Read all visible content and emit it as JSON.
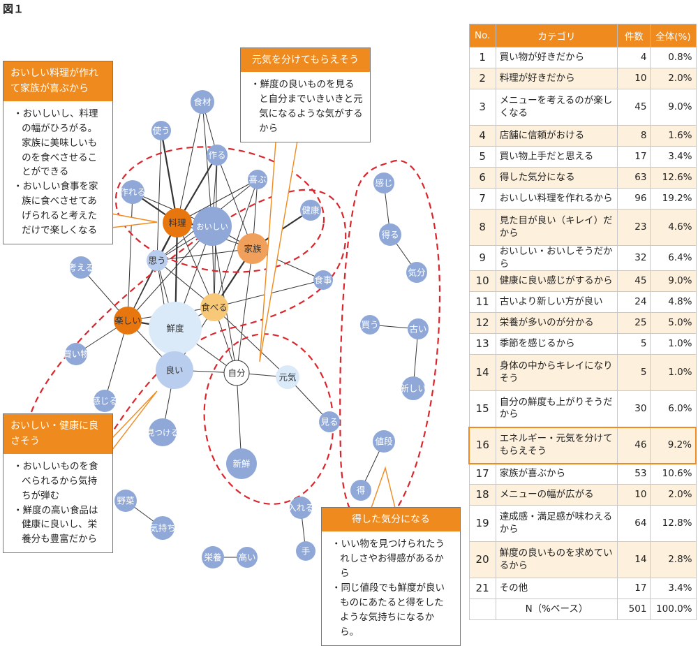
{
  "figure_label": "図１",
  "network": {
    "nodes": [
      {
        "label": "食材",
        "fill": "#8fa8d8",
        "text": "#ffffff"
      },
      {
        "label": "使う",
        "fill": "#8fa8d8",
        "text": "#ffffff"
      },
      {
        "label": "作る",
        "fill": "#8fa8d8",
        "text": "#ffffff"
      },
      {
        "label": "喜ぶ",
        "fill": "#8fa8d8",
        "text": "#ffffff"
      },
      {
        "label": "作れる",
        "fill": "#8fa8d8",
        "text": "#ffffff"
      },
      {
        "label": "料理",
        "fill": "#e8760f",
        "text": "#333333"
      },
      {
        "label": "おいしい",
        "fill": "#8fa8d8",
        "text": "#ffffff"
      },
      {
        "label": "健康",
        "fill": "#8fa8d8",
        "text": "#ffffff"
      },
      {
        "label": "家族",
        "fill": "#f0a05a",
        "text": "#333333"
      },
      {
        "label": "思う",
        "fill": "#b9cdee",
        "text": "#333333"
      },
      {
        "label": "考える",
        "fill": "#8fa8d8",
        "text": "#ffffff"
      },
      {
        "label": "食事",
        "fill": "#8fa8d8",
        "text": "#ffffff"
      },
      {
        "label": "食べる",
        "fill": "#f7c878",
        "text": "#333333"
      },
      {
        "label": "楽しい",
        "fill": "#e8760f",
        "text": "#333333"
      },
      {
        "label": "鮮度",
        "fill": "#dbeaf8",
        "text": "#333333"
      },
      {
        "label": "買い物",
        "fill": "#8fa8d8",
        "text": "#ffffff"
      },
      {
        "label": "良い",
        "fill": "#b9cdee",
        "text": "#333333"
      },
      {
        "label": "自分",
        "fill": "#ffffff",
        "text": "#333333"
      },
      {
        "label": "元気",
        "fill": "#dbeaf8",
        "text": "#333333"
      },
      {
        "label": "感じる",
        "fill": "#8fa8d8",
        "text": "#ffffff"
      },
      {
        "label": "見つける",
        "fill": "#8fa8d8",
        "text": "#ffffff"
      },
      {
        "label": "見る",
        "fill": "#8fa8d8",
        "text": "#ffffff"
      },
      {
        "label": "新鮮",
        "fill": "#8fa8d8",
        "text": "#ffffff"
      },
      {
        "label": "感じ",
        "fill": "#8fa8d8",
        "text": "#ffffff"
      },
      {
        "label": "得る",
        "fill": "#8fa8d8",
        "text": "#ffffff"
      },
      {
        "label": "気分",
        "fill": "#8fa8d8",
        "text": "#ffffff"
      },
      {
        "label": "買う",
        "fill": "#8fa8d8",
        "text": "#ffffff"
      },
      {
        "label": "古い",
        "fill": "#8fa8d8",
        "text": "#ffffff"
      },
      {
        "label": "新しい",
        "fill": "#8fa8d8",
        "text": "#ffffff"
      },
      {
        "label": "値段",
        "fill": "#8fa8d8",
        "text": "#ffffff"
      },
      {
        "label": "得",
        "fill": "#8fa8d8",
        "text": "#ffffff"
      },
      {
        "label": "野菜",
        "fill": "#8fa8d8",
        "text": "#ffffff"
      },
      {
        "label": "気持ち",
        "fill": "#8fa8d8",
        "text": "#ffffff"
      },
      {
        "label": "入れる",
        "fill": "#8fa8d8",
        "text": "#ffffff"
      },
      {
        "label": "手",
        "fill": "#8fa8d8",
        "text": "#ffffff"
      },
      {
        "label": "栄養",
        "fill": "#8fa8d8",
        "text": "#ffffff"
      },
      {
        "label": "高い",
        "fill": "#8fa8d8",
        "text": "#ffffff"
      }
    ],
    "edges": [
      [
        "食材",
        "作る"
      ],
      [
        "食材",
        "料理"
      ],
      [
        "食材",
        "おいしい"
      ],
      [
        "使う",
        "料理"
      ],
      [
        "使う",
        "思う"
      ],
      [
        "作る",
        "料理"
      ],
      [
        "作る",
        "家族"
      ],
      [
        "作る",
        "食べる"
      ],
      [
        "作る",
        "おいしい"
      ],
      [
        "喜ぶ",
        "家族"
      ],
      [
        "喜ぶ",
        "料理"
      ],
      [
        "喜ぶ",
        "食べる"
      ],
      [
        "喜ぶ",
        "思う"
      ],
      [
        "作れる",
        "料理"
      ],
      [
        "作れる",
        "おいしい"
      ],
      [
        "作れる",
        "楽しい"
      ],
      [
        "料理",
        "おいしい"
      ],
      [
        "料理",
        "家族"
      ],
      [
        "料理",
        "思う"
      ],
      [
        "料理",
        "食べる"
      ],
      [
        "料理",
        "鮮度"
      ],
      [
        "料理",
        "楽しい"
      ],
      [
        "おいしい",
        "家族"
      ],
      [
        "おいしい",
        "食べる"
      ],
      [
        "おいしい",
        "鮮度"
      ],
      [
        "おいしい",
        "思う"
      ],
      [
        "おいしい",
        "楽しい"
      ],
      [
        "おいしい",
        "自分"
      ],
      [
        "健康",
        "家族"
      ],
      [
        "家族",
        "食べる"
      ],
      [
        "家族",
        "食事"
      ],
      [
        "家族",
        "思う"
      ],
      [
        "家族",
        "自分"
      ],
      [
        "思う",
        "楽しい"
      ],
      [
        "思う",
        "鮮度"
      ],
      [
        "思う",
        "良い"
      ],
      [
        "思う",
        "食べる"
      ],
      [
        "考える",
        "楽しい"
      ],
      [
        "楽しい",
        "鮮度"
      ],
      [
        "楽しい",
        "買い物"
      ],
      [
        "楽しい",
        "感じる"
      ],
      [
        "楽しい",
        "良い"
      ],
      [
        "楽しい",
        "食べる"
      ],
      [
        "食べる",
        "鮮度"
      ],
      [
        "食べる",
        "良い"
      ],
      [
        "食べる",
        "自分"
      ],
      [
        "食事",
        "食べる"
      ],
      [
        "鮮度",
        "良い"
      ],
      [
        "鮮度",
        "自分"
      ],
      [
        "良い",
        "自分"
      ],
      [
        "良い",
        "見つける"
      ],
      [
        "自分",
        "元気"
      ],
      [
        "自分",
        "新鮮"
      ],
      [
        "元気",
        "見る"
      ],
      [
        "元気",
        "食べる"
      ],
      [
        "感じ",
        "得る"
      ],
      [
        "得る",
        "気分"
      ],
      [
        "買う",
        "古い"
      ],
      [
        "古い",
        "新しい"
      ],
      [
        "値段",
        "得"
      ],
      [
        "野菜",
        "気持ち"
      ],
      [
        "入れる",
        "手"
      ],
      [
        "栄養",
        "高い"
      ]
    ]
  },
  "callouts": [
    {
      "title": "おいしい料理が作れて家族が喜ぶから",
      "items": [
        "おいしいし、料理の幅がひろがる。家族に美味しいものを食べさせることができる",
        "おいしい食事を家族に食べさせてあげられると考えただけで楽しくなる"
      ]
    },
    {
      "title": "元気を分けてもらえそう",
      "items": [
        "鮮度の良いものを見ると自分までいきいきと元気になるような気がするから"
      ]
    },
    {
      "title": "おいしい・健康に良さそう",
      "items": [
        "おいしいものを食べられるから気持ちが弾む",
        "鮮度の高い食品は健康に良いし、栄養分も豊富だから"
      ]
    },
    {
      "title": "得した気分になる",
      "items": [
        "いい物を見つけられたうれしさやお得感があるから",
        "同じ値段でも鮮度が良いものにあたると得をしたような気持ちになるから。"
      ]
    }
  ],
  "accent_color": "#ef8a1e",
  "table": {
    "headers": [
      "No.",
      "カテゴリ",
      "件数",
      "全体(%)"
    ],
    "rows": [
      {
        "no": "1",
        "cat": "買い物が好きだから",
        "n": "4",
        "pct": "0.8%"
      },
      {
        "no": "2",
        "cat": "料理が好きだから",
        "n": "10",
        "pct": "2.0%"
      },
      {
        "no": "3",
        "cat": "メニューを考えるのが楽しくなる",
        "n": "45",
        "pct": "9.0%"
      },
      {
        "no": "4",
        "cat": "店舗に信頼がおける",
        "n": "8",
        "pct": "1.6%"
      },
      {
        "no": "5",
        "cat": "買い物上手だと思える",
        "n": "17",
        "pct": "3.4%"
      },
      {
        "no": "6",
        "cat": "得した気分になる",
        "n": "63",
        "pct": "12.6%"
      },
      {
        "no": "7",
        "cat": "おいしい料理を作れるから",
        "n": "96",
        "pct": "19.2%"
      },
      {
        "no": "8",
        "cat": "見た目が良い（キレイ）だから",
        "n": "23",
        "pct": "4.6%"
      },
      {
        "no": "9",
        "cat": "おいしい・おいしそうだから",
        "n": "32",
        "pct": "6.4%"
      },
      {
        "no": "10",
        "cat": "健康に良い感じがするから",
        "n": "45",
        "pct": "9.0%"
      },
      {
        "no": "11",
        "cat": "古いより新しい方が良い",
        "n": "24",
        "pct": "4.8%"
      },
      {
        "no": "12",
        "cat": "栄養が多いのが分かる",
        "n": "25",
        "pct": "5.0%"
      },
      {
        "no": "13",
        "cat": "季節を感じるから",
        "n": "5",
        "pct": "1.0%"
      },
      {
        "no": "14",
        "cat": "身体の中からキレイになりそう",
        "n": "5",
        "pct": "1.0%"
      },
      {
        "no": "15",
        "cat": "自分の鮮度も上がりそうだから",
        "n": "30",
        "pct": "6.0%"
      },
      {
        "no": "16",
        "cat": "エネルギー・元気を分けてもらえそう",
        "n": "46",
        "pct": "9.2%"
      },
      {
        "no": "17",
        "cat": "家族が喜ぶから",
        "n": "53",
        "pct": "10.6%"
      },
      {
        "no": "18",
        "cat": "メニューの幅が広がる",
        "n": "10",
        "pct": "2.0%"
      },
      {
        "no": "19",
        "cat": "達成感・満足感が味わえるから",
        "n": "64",
        "pct": "12.8%"
      },
      {
        "no": "20",
        "cat": "鮮度の良いものを求めているから",
        "n": "14",
        "pct": "2.8%"
      },
      {
        "no": "21",
        "cat": "その他",
        "n": "17",
        "pct": "3.4%"
      }
    ],
    "footer": {
      "label": "N（%ベース）",
      "n": "501",
      "pct": "100.0%"
    }
  }
}
